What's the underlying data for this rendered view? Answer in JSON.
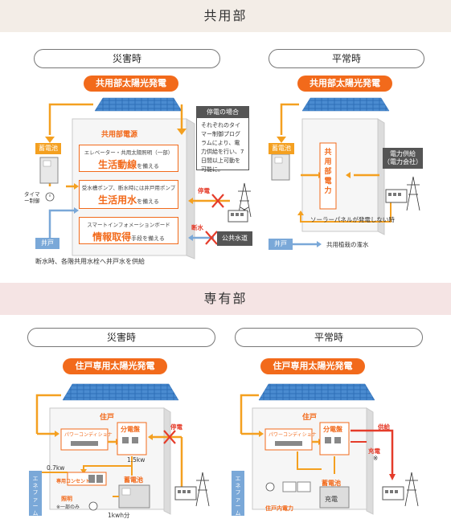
{
  "common": {
    "section_title": "共用部",
    "disaster": {
      "pill": "災害時",
      "title": "共用部太陽光発電",
      "building_title": "共用部電源",
      "battery": "蓄電池",
      "timer": "タイマー制御",
      "well": "井戸",
      "features": [
        {
          "small": "エレベーター・共用太陽照明（一部）",
          "big": "生活動線",
          "tail": "を備える"
        },
        {
          "small": "受水槽ポンプ、断水時には井戸用ポンプ",
          "big": "生活用水",
          "tail": "を備える"
        },
        {
          "small": "スマートインフォメーションボード",
          "big": "情報取得",
          "tail": "手段を備える"
        }
      ],
      "outage_label": "停電",
      "water_cut_label": "断水",
      "public_water": "公共水道",
      "notice_head": "停電の場合",
      "notice_body": "それぞれのタイマー制御プログラムにより、電力供給を行い、7日間以上可動を可能に。",
      "caption": "断水時、各階共用水栓へ井戸水を供給"
    },
    "normal": {
      "pill": "平常時",
      "title": "共用部太陽光発電",
      "battery": "蓄電池",
      "vertical_label": "共用部電力",
      "power_supply_line1": "電力供給",
      "power_supply_line2": "（電力会社）",
      "solar_note": "ソーラーパネルが発電しない時",
      "well": "井戸",
      "well_note": "共用植栽の潅水"
    }
  },
  "private": {
    "section_title": "専有部",
    "disaster": {
      "pill": "災害時",
      "title": "住戸専用太陽光発電",
      "unit": "住戸",
      "power_conditioner": "パワーコンディショナ",
      "panel_board": "分電盤",
      "outage_label": "停電",
      "kw_15": "1.5kw",
      "kw_07": "0.7kw",
      "outlet": "専用コンセント",
      "battery": "蓄電池",
      "lighting": "照明",
      "partial_note": "※一部のみ",
      "kwh": "1kwh分",
      "enefarm": "エネファーム"
    },
    "normal": {
      "pill": "平常時",
      "title": "住戸専用太陽光発電",
      "unit": "住戸",
      "power_conditioner": "パワーコンディショナ",
      "panel_board": "分電盤",
      "supply": "供給",
      "charge": "充電",
      "asterisk": "※",
      "battery": "蓄電池",
      "charge_box": "充電",
      "unit_power": "住戸内電力",
      "enefarm": "エネファーム"
    }
  },
  "colors": {
    "orange": "#f26a1b",
    "yellow_arrow": "#f4a020",
    "blue_arrow": "#7aa8d8",
    "red": "#e53c2a",
    "panel_blue": "#2f6fb7"
  }
}
